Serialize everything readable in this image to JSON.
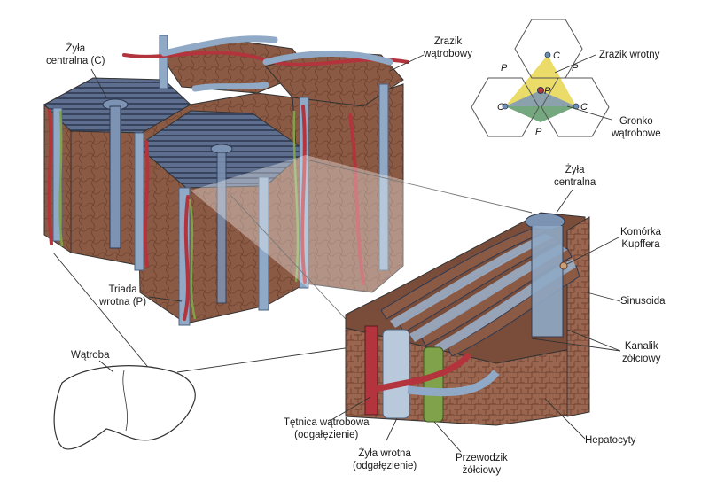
{
  "labels": {
    "zyla_centralna_c": "Żyła\ncentralna (C)",
    "zrazik_watrobowy": "Zrazik\nwątrobowy",
    "zrazik_wrotny": "Zrazik wrotny",
    "gronko_watrobowe": "Gronko\nwątrobowe",
    "zyla_centralna": "Żyła\ncentralna",
    "komorka_kupffera": "Komórka\nKupffera",
    "sinusoida": "Sinusoida",
    "kanalik_zolciowy": "Kanalik\nżółciowy",
    "triada_wrotna": "Triada\nwrotna (P)",
    "watroba": "Wątroba",
    "tetnica_watrobowa": "Tętnica wątrobowa\n(odgałęzienie)",
    "zyla_wrotna": "Żyła wrotna\n(odgałęzienie)",
    "przewodzik_zolciowy": "Przewodzik\nżółciowy",
    "hepatocyty": "Hepatocyty"
  },
  "hex_diagram": {
    "central_vein_letter": "C",
    "portal_triad_letter": "P"
  },
  "colors": {
    "hepatocyte": "#8b5a44",
    "hepatocyte_dark": "#6e4130",
    "portal_vein": "#8fa9c6",
    "central_vein": "#7d93b3",
    "artery": "#b3343c",
    "bile_duct": "#7fa24a",
    "portal_lobule_fill": "#e9d85a",
    "acinus_fill": "#6b8fc4",
    "line": "#3a3a3a"
  }
}
